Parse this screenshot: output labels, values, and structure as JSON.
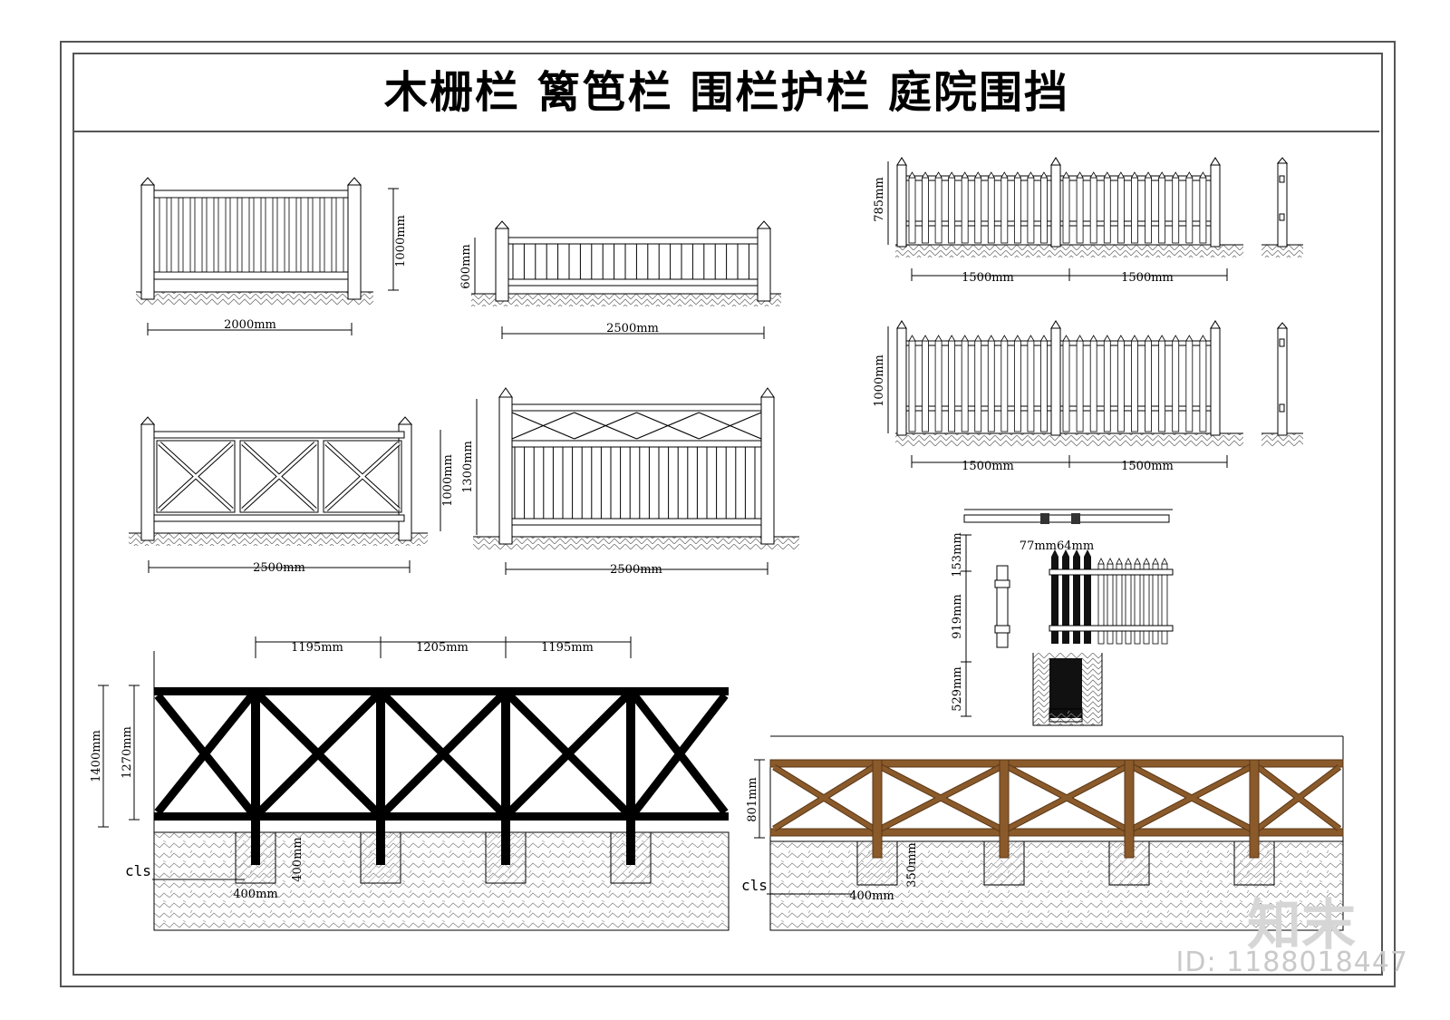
{
  "title": "木栅栏  篱笆栏  围栏护栏  庭院围挡",
  "watermark": {
    "logo": "知末",
    "id": "ID: 1188018447"
  },
  "colors": {
    "line": "#000000",
    "frame": "#555555",
    "wood": "#8a5a2b",
    "wood_dark": "#5a3614",
    "hatch": "#7a7a7a"
  },
  "fences": {
    "f1": {
      "width": "2000mm",
      "height": "1000mm"
    },
    "f2": {
      "width": "2500mm",
      "height": "600mm"
    },
    "f3": {
      "width": "2500mm",
      "height": "1000mm"
    },
    "f4": {
      "width": "2500mm",
      "height": "1300mm"
    },
    "picket1": {
      "height": "785mm",
      "w1": "1500mm",
      "w2": "1500mm"
    },
    "picket2": {
      "height": "1000mm",
      "w1": "1500mm",
      "w2": "1500mm"
    },
    "detail": {
      "top": "153mm",
      "mid": "919mm",
      "bottom": "529mm",
      "widths": "77mm64mm"
    },
    "cross_black": {
      "spans": [
        "1195mm",
        "1205mm",
        "1195mm"
      ],
      "h_outer": "1400mm",
      "h_inner": "1270mm",
      "label": "cls",
      "footing_w": "400mm",
      "footing_h": "400mm"
    },
    "cross_wood": {
      "height": "801mm",
      "label": "cls",
      "footing_w": "400mm",
      "footing_h": "350mm"
    }
  }
}
